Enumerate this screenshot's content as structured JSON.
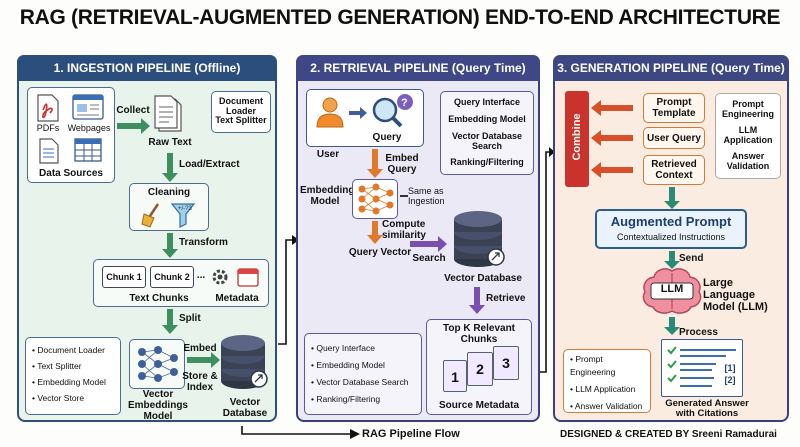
{
  "title": "RAG (RETRIEVAL-AUGMENTED GENERATION) END-TO-END ARCHITECTURE",
  "footer": {
    "flow_label": "RAG Pipeline Flow",
    "credit": "DESIGNED & CREATED BY Sreeni Ramadurai"
  },
  "ingestion": {
    "header": "1. INGESTION PIPELINE (Offline)",
    "sources": {
      "pdfs": "PDFs",
      "webpages": "Webpages",
      "label": "Data Sources"
    },
    "collect": "Collect",
    "raw_text": "Raw Text",
    "loader_box": [
      "Document Loader",
      "Text Splitter"
    ],
    "load_extract": "Load/Extract",
    "cleaning": "Cleaning",
    "transform": "Transform",
    "chunk1": "Chunk 1",
    "chunk2": "Chunk 2",
    "ellipsis": "...",
    "text_chunks": "Text Chunks",
    "metadata": "Metadata",
    "split": "Split",
    "list": [
      "Document Loader",
      "Text Splitter",
      "Embedding Model",
      "Vector Store"
    ],
    "embed": "Embed",
    "vector_embeddings": "Vector Embeddings Model",
    "store_index": "Store & Index",
    "vector_database": "Vector Database"
  },
  "retrieval": {
    "header": "2. RETRIEVAL PIPELINE (Query Time)",
    "user": "User",
    "query": "Query",
    "info_box": [
      "Query Interface",
      "Embedding Model",
      "Vector Database Search",
      "Ranking/Filtering"
    ],
    "embed_query": "Embed Query",
    "embedding_model": "Embedding Model",
    "same_as": "Same as Ingestion",
    "compute_similarity": "Compute similarity",
    "query_vector": "Query Vector",
    "search": "Search",
    "vector_database": "Vector Database",
    "retrieve": "Retrieve",
    "list": [
      "Query Interface",
      "Embedding Model",
      "Vector Database Search",
      "Ranking/Filtering"
    ],
    "top_k": "Top K Relevant Chunks",
    "chunk_numbers": [
      "1",
      "2",
      "3"
    ],
    "source_metadata": "Source Metadata"
  },
  "generation": {
    "header": "3. GENERATION PIPELINE (Query Time)",
    "combine": "Combine",
    "prompt_template": "Prompt Template",
    "user_query": "User Query",
    "retrieved_context": "Retrieved Context",
    "side_box": [
      "Prompt Engineering",
      "LLM Application",
      "Answer Validation"
    ],
    "augmented_prompt": "Augmented Prompt",
    "contextualized": "Contextualized Instructions",
    "send": "Send",
    "llm": "LLM",
    "llm_label": "Large Language Model (LLM)",
    "process": "Process",
    "list": [
      "Prompt Engineering",
      "LLM Application",
      "Answer Validation"
    ],
    "citations": [
      "[1]",
      "[2]"
    ],
    "generated_answer": "Generated Answer with Citations"
  }
}
